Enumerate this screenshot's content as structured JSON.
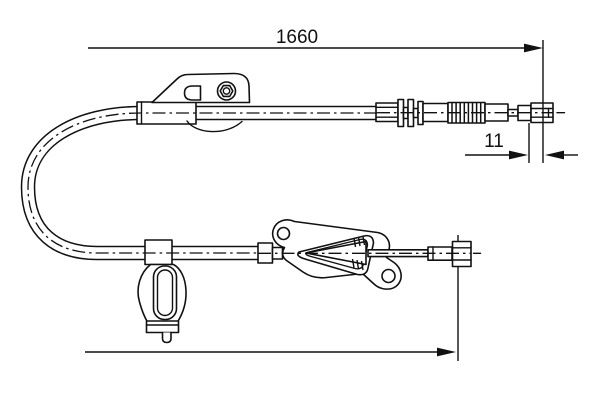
{
  "page": {
    "background": "#ffffff"
  },
  "diagram": {
    "type": "technical-line-drawing",
    "subject": "parking-brake-cable",
    "line_color": "#111111",
    "dimensions": {
      "total_length": "1660",
      "end_offset": "11"
    },
    "parts": [
      "outer-conduit",
      "cable-sleeve",
      "mounting-bracket",
      "adjuster-assembly",
      "protective-spring",
      "cable-end-barrel",
      "cable-clamp",
      "grommet-clip",
      "equalizer-bracket",
      "inner-rod",
      "rod-ferrule",
      "rod-end-barrel"
    ]
  }
}
